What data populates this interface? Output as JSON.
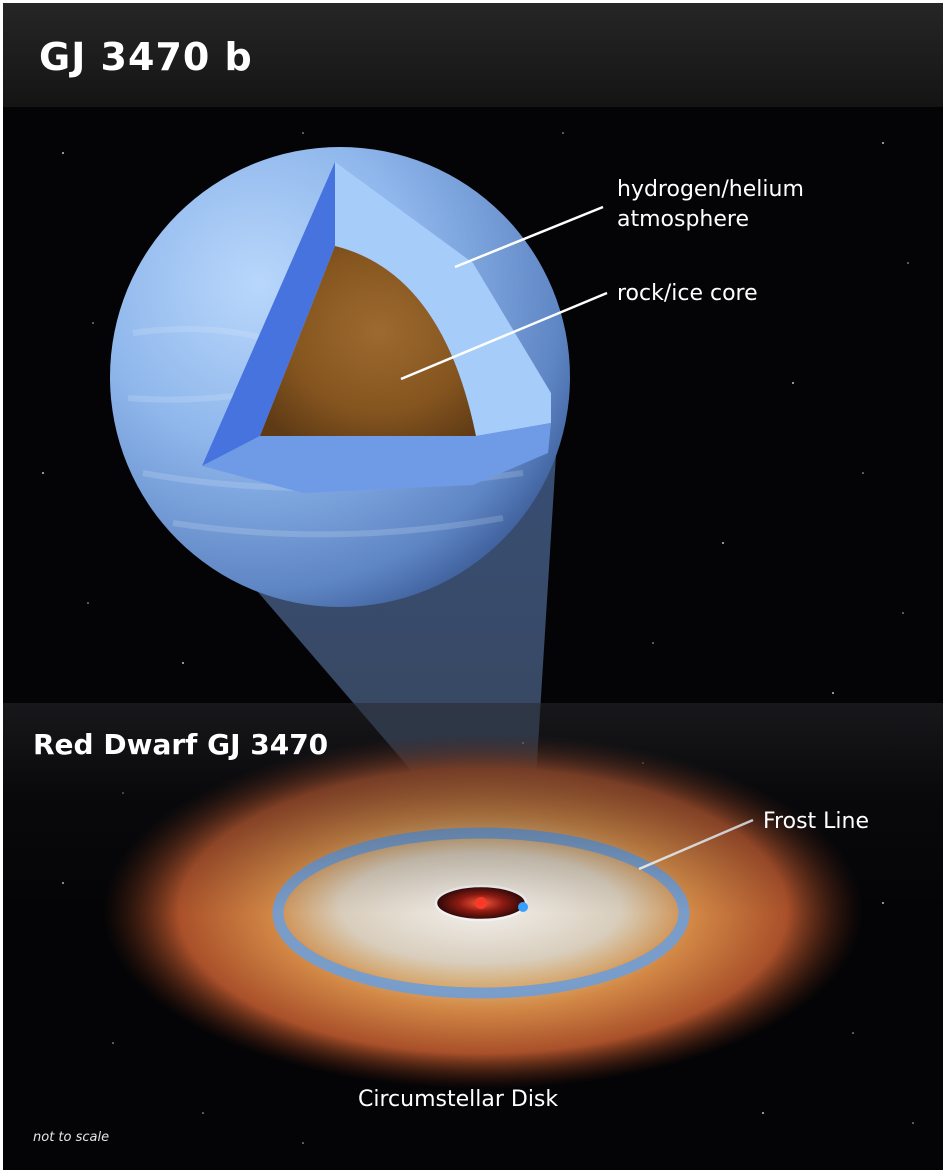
{
  "title": "GJ 3470 b",
  "labels": {
    "atmosphere_line1": "hydrogen/helium",
    "atmosphere_line2": "atmosphere",
    "core": "rock/ice core",
    "star": "Red Dwarf GJ 3470",
    "frost_line": "Frost Line",
    "disk": "Circumstellar Disk",
    "scale_note": "not to scale"
  },
  "colors": {
    "background": "#040406",
    "title_bar": "#1c1c1c",
    "atmosphere": "#7fb0ea",
    "atmosphere_cut": "#4d7fdf",
    "core": "#8a5a28",
    "disk": "#b55a28",
    "frost_line": "#6f9dd6",
    "star": "#cc2020",
    "planet_dot": "#3aa0ff",
    "text": "#ffffff"
  }
}
